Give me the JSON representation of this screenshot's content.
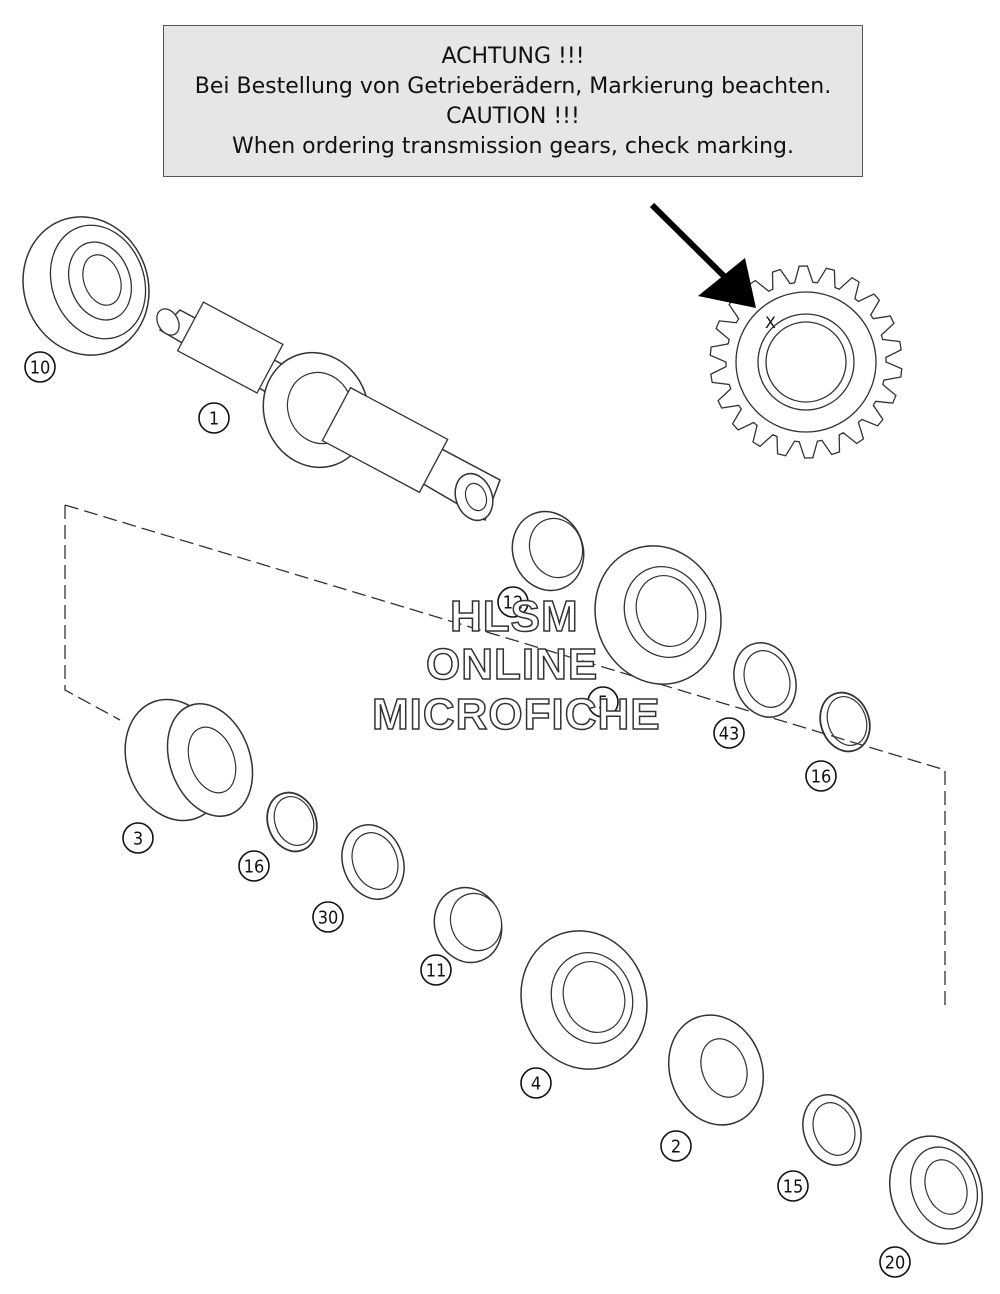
{
  "notice": {
    "line1": "ACHTUNG !!!",
    "line2": "Bei Bestellung von Getrieberädern, Markierung beachten.",
    "line3": "CAUTION !!!",
    "line4": "When ordering transmission gears, check marking."
  },
  "marking_symbol": "X",
  "parts": [
    {
      "id": "bearing-top",
      "number": "10"
    },
    {
      "id": "main-shaft",
      "number": "1"
    },
    {
      "id": "needle-bearing-upper",
      "number": "12"
    },
    {
      "id": "gear-5",
      "number": "5"
    },
    {
      "id": "thrust-washer-43",
      "number": "43"
    },
    {
      "id": "circlip-right",
      "number": "16"
    },
    {
      "id": "gear-3",
      "number": "3"
    },
    {
      "id": "circlip-left",
      "number": "16"
    },
    {
      "id": "thrust-washer-30",
      "number": "30"
    },
    {
      "id": "needle-bearing-lower",
      "number": "11"
    },
    {
      "id": "gear-4",
      "number": "4"
    },
    {
      "id": "gear-2",
      "number": "2"
    },
    {
      "id": "washer-15",
      "number": "15"
    },
    {
      "id": "bearing-bottom",
      "number": "20"
    }
  ],
  "watermark": {
    "line1": "HLSM",
    "line2": "ONLINE",
    "line3": "MICROFICHE"
  }
}
